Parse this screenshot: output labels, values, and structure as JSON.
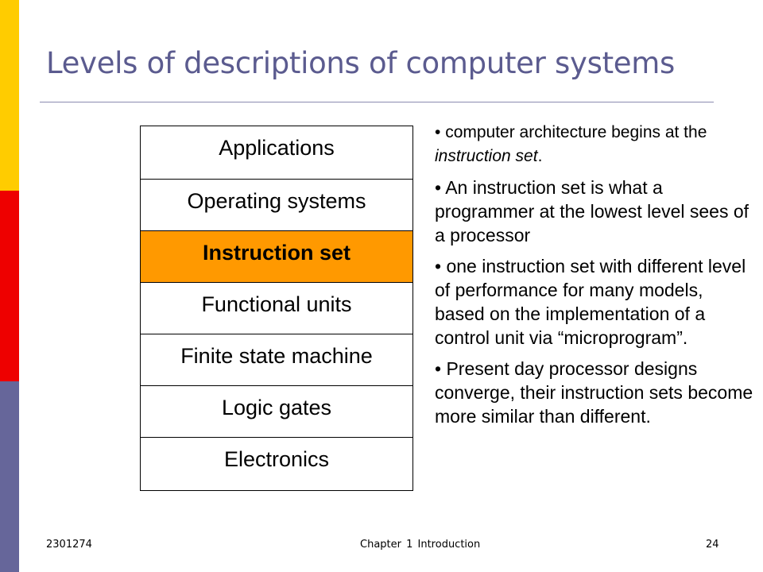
{
  "slide": {
    "title": "Levels of descriptions of computer systems",
    "levels": [
      {
        "label": "Applications"
      },
      {
        "label": "Operating systems"
      },
      {
        "label": "Instruction set",
        "highlight": true
      },
      {
        "label": "Functional units"
      },
      {
        "label": "Finite state machine"
      },
      {
        "label": "Logic gates"
      },
      {
        "label": "Electronics"
      }
    ],
    "bullets": [
      {
        "pre": "computer architecture begins at the ",
        "em": "instruction set",
        "post": "."
      },
      {
        "pre": "An instruction set is what a programmer at the lowest level sees of a processor",
        "em": "",
        "post": ""
      },
      {
        "pre": "one instruction set with different level of performance for many models, based on the implementation of a control unit via “microprogram”.",
        "em": "",
        "post": ""
      },
      {
        "pre": "Present day processor designs converge, their instruction sets become more similar than different.",
        "em": "",
        "post": ""
      }
    ],
    "footer": {
      "left": "2301274",
      "center": "Chapter 1 Introduction",
      "page": "24"
    },
    "colors": {
      "stripe_top": "#FFCC00",
      "stripe_middle": "#EE0000",
      "stripe_bottom": "#66669A",
      "title": "#5B5B8F",
      "highlight": "#FF9900"
    }
  }
}
